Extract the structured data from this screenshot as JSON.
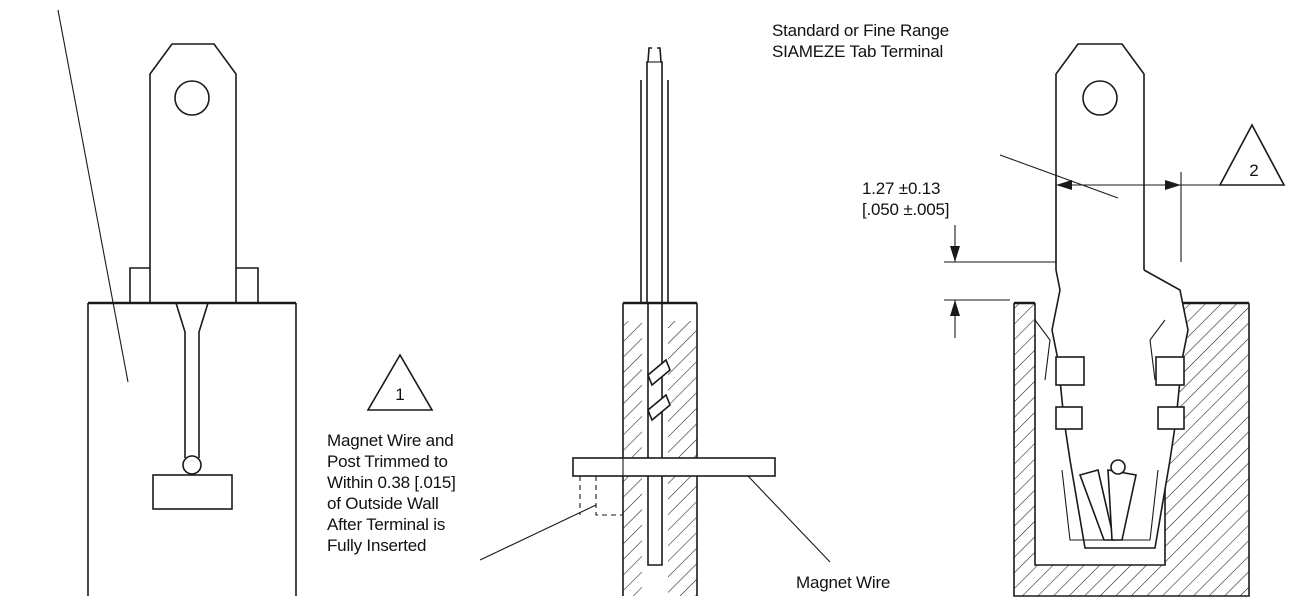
{
  "callouts": {
    "terminal": [
      "Standard or Fine Range",
      "SIAMEZE Tab Terminal"
    ],
    "dimension": [
      "1.27 ±0.13",
      "[.050 ±.005]"
    ],
    "trim_note": [
      "Magnet Wire and",
      "Post Trimmed to",
      "Within 0.38 [.015]",
      "of Outside Wall",
      "After Terminal is",
      "Fully Inserted"
    ],
    "magnet_wire": "Magnet Wire"
  },
  "flags": {
    "flag_1": "1",
    "flag_2": "2"
  }
}
